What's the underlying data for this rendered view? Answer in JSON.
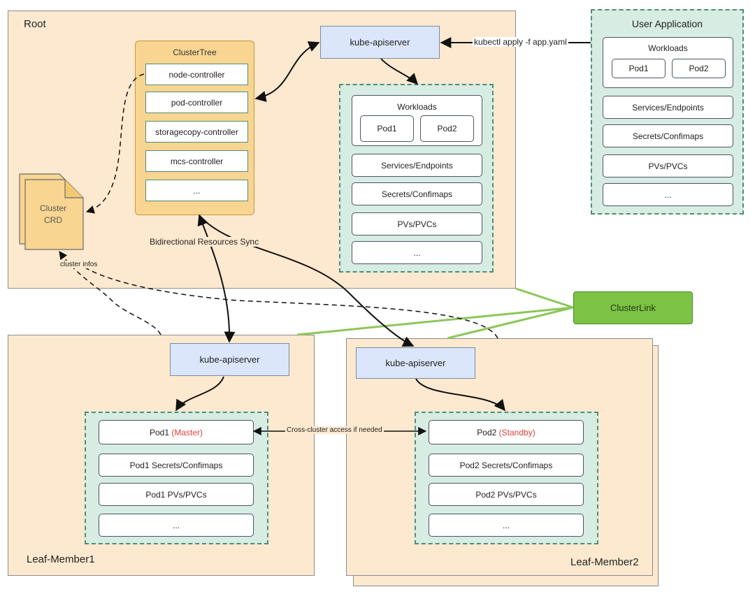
{
  "root": {
    "label": "Root",
    "apiserver": "kube-apiserver",
    "cluster_tree": {
      "title": "ClusterTree",
      "controllers": [
        "node-controller",
        "pod-controller",
        "storagecopy-controller",
        "mcs-controller",
        "..."
      ]
    },
    "crd": {
      "line1": "Cluster",
      "line2": "CRD"
    },
    "workloads": {
      "title": "Workloads",
      "pods": [
        "Pod1",
        "Pod2"
      ],
      "items": [
        "Services/Endpoints",
        "Secrets/Confimaps",
        "PVs/PVCs",
        "..."
      ]
    }
  },
  "user_app": {
    "title": "User Application",
    "workloads": {
      "title": "Workloads",
      "pods": [
        "Pod1",
        "Pod2"
      ],
      "items": [
        "Services/Endpoints",
        "Secrets/Confimaps",
        "PVs/PVCs",
        "..."
      ]
    }
  },
  "edges": {
    "kubectl": "kubectl apply -f app.yaml",
    "sync": "Bidirectional Resources Sync",
    "cluster_infos": "cluster infos",
    "cross_cluster": "Cross-cluster access if needed"
  },
  "clusterlink": {
    "label": "ClusterLink"
  },
  "leaf1": {
    "label": "Leaf-Member1",
    "apiserver": "kube-apiserver",
    "pod_name": "Pod1",
    "pod_role": "(Master)",
    "items": [
      "Pod1 Secrets/Confimaps",
      "Pod1 PVs/PVCs",
      "..."
    ]
  },
  "leaf2": {
    "label": "Leaf-Member2",
    "apiserver": "kube-apiserver",
    "pod_name": "Pod2",
    "pod_role": "(Standby)",
    "items": [
      "Pod2 Secrets/Confimaps",
      "Pod2 PVs/PVCs",
      "..."
    ]
  },
  "colors": {
    "region_fill": "#fde9cf",
    "apiserver_fill": "#dbe6fb",
    "workload_fill": "#d7ece3",
    "workload_border": "#4e8e76",
    "cluster_tree_fill": "#f8d591",
    "clusterlink_fill": "#7cc244",
    "link_line": "#8dc65a",
    "highlight": "#e0403b"
  }
}
